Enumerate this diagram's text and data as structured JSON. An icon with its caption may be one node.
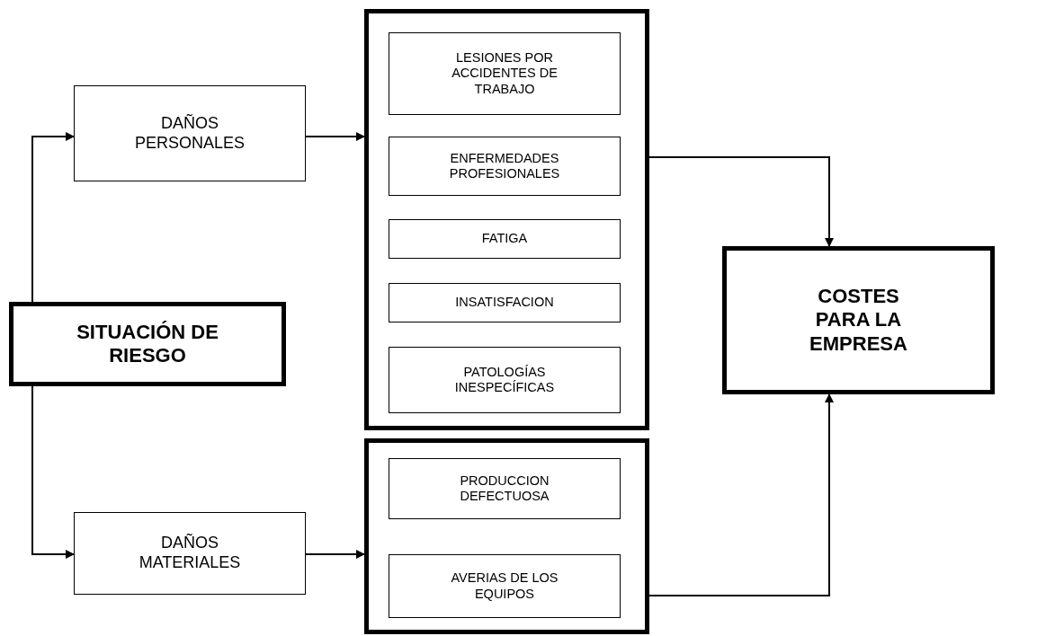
{
  "diagram": {
    "nodes": [
      {
        "text": [
          "SITUACIÓN DE RIESGO"
        ]
      },
      {
        "text": [
          "DAÑOS PERSONALES"
        ]
      },
      {
        "text": [
          "DAÑOS MATERIALES"
        ]
      },
      {
        "text": [],
        "shape": "box"
      },
      {
        "text": [
          "LESIONES POR ACCIDENTES DE TRABAJO"
        ],
        "in": 3
      },
      {
        "text": [
          "ENFERMEDADES PROFESIONALES"
        ],
        "in": 3
      },
      {
        "text": [
          "FATIGA"
        ],
        "in": 3
      },
      {
        "text": [
          "INSATISFACION"
        ],
        "in": 3
      },
      {
        "text": [
          "PATOLOGÍAS INESPECÍFICAS"
        ],
        "in": 3
      },
      {
        "text": [],
        "shape": "box"
      },
      {
        "text": [
          "PRODUCCION DEFECTUOSA"
        ],
        "in": 9
      },
      {
        "text": [
          "AVERIAS DE LOS EQUIPOS"
        ],
        "in": 9
      },
      {
        "text": [
          "COSTES PARA LA EMPRESA"
        ]
      }
    ],
    "edges": [
      {
        "from": 0,
        "to": 1,
        "arrow": "to"
      },
      {
        "from": 0,
        "to": 2,
        "arrow": "to"
      },
      {
        "from": 1,
        "to": 3,
        "arrow": "to"
      },
      {
        "from": 2,
        "to": 9,
        "arrow": "to"
      },
      {
        "from": 3,
        "to": 12,
        "arrow": "to"
      },
      {
        "from": 9,
        "to": 12,
        "arrow": "to"
      }
    ]
  }
}
